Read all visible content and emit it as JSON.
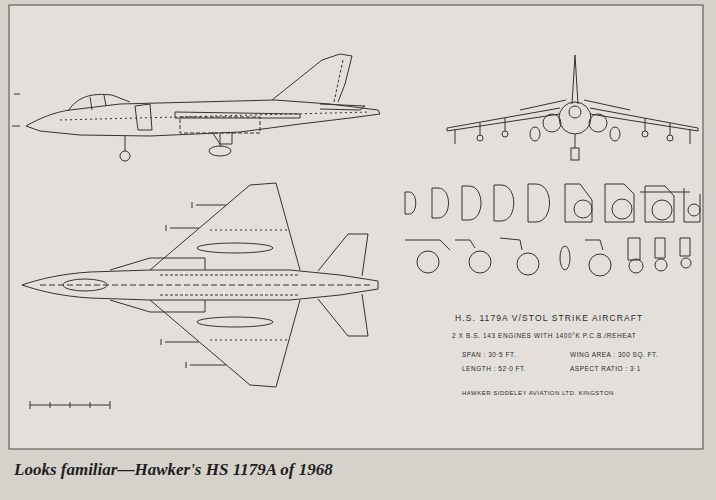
{
  "diagram": {
    "title": "H.S. 1179A V/STOL STRIKE AIRCRAFT",
    "caption": "Looks familiar—Hawker's HS 1179A of 1968",
    "labels": [
      "2 X B.S. 143 ENGINES WITH 1400°K P.C.B./REHEAT",
      "SPAN : 30·5 FT.",
      "WING AREA : 300 SQ. FT.",
      "LENGTH : 52·0 FT.",
      "ASPECT RATIO : 3·1",
      "HAWKER SIDDELEY AVIATION LTD. KINGSTON"
    ]
  }
}
